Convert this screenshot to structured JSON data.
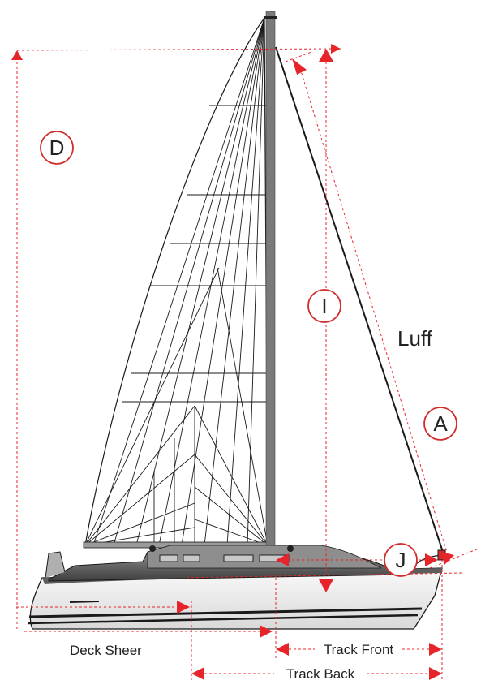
{
  "labels": {
    "d": "D",
    "i": "I",
    "a": "A",
    "j": "J",
    "luff": "Luff",
    "deck_sheer": "Deck Sheer",
    "track_front": "Track Front",
    "track_back": "Track Back"
  },
  "colors": {
    "dimension": "#e8242b",
    "outline": "#1a1a1a",
    "mast": "#7a7a7a",
    "hull_light": "#eeeeee",
    "deck_dark": "#5e5e5e"
  }
}
